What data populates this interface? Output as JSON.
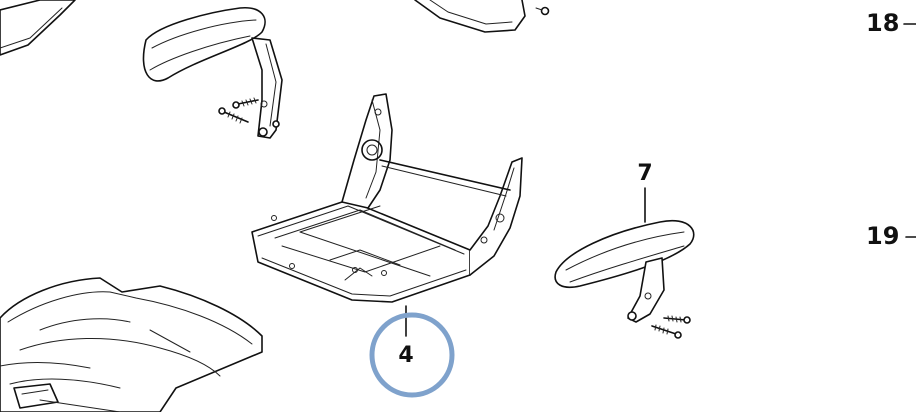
{
  "callouts": {
    "armrest_right": "7",
    "seat_frame": "4"
  },
  "side_numbers": {
    "top": "18",
    "bottom": "19"
  },
  "highlight_color": "#7fa2cc"
}
